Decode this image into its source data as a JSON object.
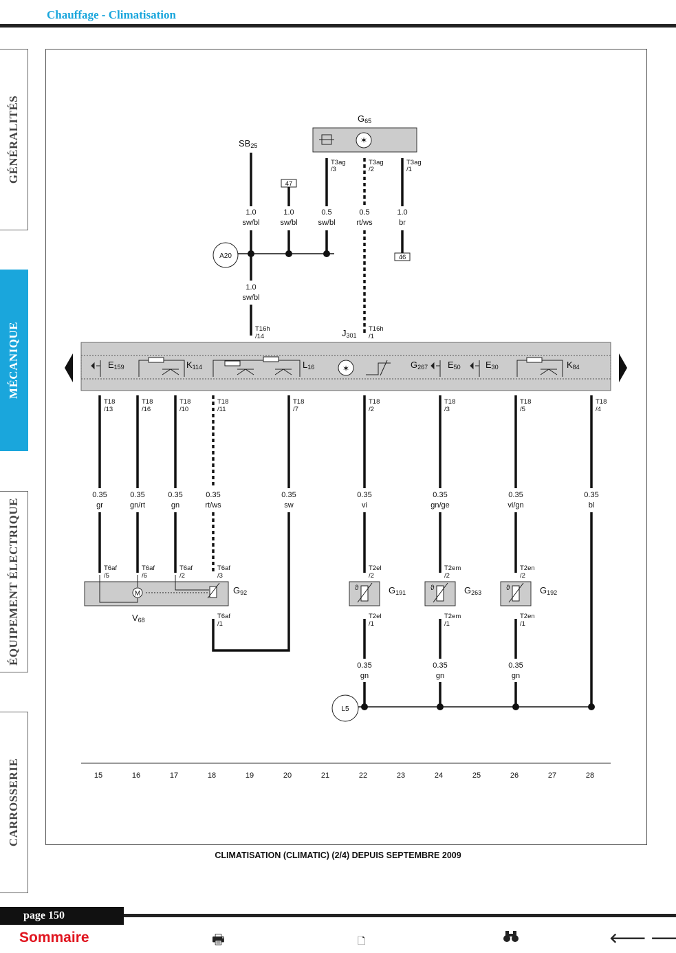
{
  "header": {
    "title": "Chauffage - Climatisation"
  },
  "tabs": [
    {
      "label": "GÉNÉRALITÉS",
      "active": false
    },
    {
      "label": "MÉCANIQUE",
      "active": true
    },
    {
      "label": "ÉQUIPEMENT ÉLECTRIQUE",
      "active": false
    },
    {
      "label": "CARROSSERIE",
      "active": false
    }
  ],
  "diagram": {
    "caption": "CLIMATISATION (CLIMATIC) (2/4) DEPUIS SEPTEMBRE 2009",
    "components": {
      "G65": {
        "name": "G",
        "sub": "65"
      },
      "SB25": {
        "name": "SB",
        "sub": "25"
      },
      "A20": "A20",
      "J301": {
        "name": "J",
        "sub": "301"
      },
      "E159": {
        "name": "E",
        "sub": "159"
      },
      "K114": {
        "name": "K",
        "sub": "114"
      },
      "L16": {
        "name": "L",
        "sub": "16"
      },
      "G267": {
        "name": "G",
        "sub": "267"
      },
      "E50": {
        "name": "E",
        "sub": "50"
      },
      "E30": {
        "name": "E",
        "sub": "30"
      },
      "K84": {
        "name": "K",
        "sub": "84"
      },
      "G92": {
        "name": "G",
        "sub": "92"
      },
      "V68": {
        "name": "V",
        "sub": "68"
      },
      "G191": {
        "name": "G",
        "sub": "191"
      },
      "G263": {
        "name": "G",
        "sub": "263"
      },
      "G192": {
        "name": "G",
        "sub": "192"
      },
      "L5": "L5",
      "motor": "M",
      "theta": "ϑ"
    },
    "refs": {
      "r47": "47",
      "r46": "46"
    },
    "top_connectors": [
      {
        "a": "T3ag",
        "b": "/3"
      },
      {
        "a": "T3ag",
        "b": "/2"
      },
      {
        "a": "T3ag",
        "b": "/1"
      },
      {
        "a": "T16h",
        "b": "/14"
      },
      {
        "a": "T16h",
        "b": "/1"
      }
    ],
    "top_wires": [
      {
        "size": "1.0",
        "color": "sw/bl"
      },
      {
        "size": "1.0",
        "color": "sw/bl"
      },
      {
        "size": "0.5",
        "color": "sw/bl"
      },
      {
        "size": "0.5",
        "color": "rt/ws"
      },
      {
        "size": "1.0",
        "color": "br"
      },
      {
        "size": "1.0",
        "color": "sw/bl"
      }
    ],
    "t18_connectors": [
      {
        "a": "T18",
        "b": "/13"
      },
      {
        "a": "T18",
        "b": "/16"
      },
      {
        "a": "T18",
        "b": "/10"
      },
      {
        "a": "T18",
        "b": "/11"
      },
      {
        "a": "T18",
        "b": "/7"
      },
      {
        "a": "T18",
        "b": "/2"
      },
      {
        "a": "T18",
        "b": "/3"
      },
      {
        "a": "T18",
        "b": "/5"
      },
      {
        "a": "T18",
        "b": "/4"
      }
    ],
    "bottom_wires": [
      {
        "size": "0.35",
        "color": "gr"
      },
      {
        "size": "0.35",
        "color": "gn/rt"
      },
      {
        "size": "0.35",
        "color": "gn"
      },
      {
        "size": "0.35",
        "color": "rt/ws"
      },
      {
        "size": "0.35",
        "color": "sw"
      },
      {
        "size": "0.35",
        "color": "vi"
      },
      {
        "size": "0.35",
        "color": "gn/ge"
      },
      {
        "size": "0.35",
        "color": "vi/gn"
      },
      {
        "size": "0.35",
        "color": "bl"
      }
    ],
    "t6af_connectors": [
      {
        "a": "T6af",
        "b": "/5"
      },
      {
        "a": "T6af",
        "b": "/6"
      },
      {
        "a": "T6af",
        "b": "/2"
      },
      {
        "a": "T6af",
        "b": "/3"
      },
      {
        "a": "T6af",
        "b": "/1"
      }
    ],
    "sensor_connectors": [
      {
        "a": "T2el",
        "b": "/2"
      },
      {
        "a": "T2em",
        "b": "/2"
      },
      {
        "a": "T2en",
        "b": "/2"
      },
      {
        "a": "T2el",
        "b": "/1"
      },
      {
        "a": "T2em",
        "b": "/1"
      },
      {
        "a": "T2en",
        "b": "/1"
      }
    ],
    "ground_wires": [
      {
        "size": "0.35",
        "color": "gn"
      },
      {
        "size": "0.35",
        "color": "gn"
      },
      {
        "size": "0.35",
        "color": "gn"
      }
    ],
    "scale": [
      "15",
      "16",
      "17",
      "18",
      "19",
      "20",
      "21",
      "22",
      "23",
      "24",
      "25",
      "26",
      "27",
      "28"
    ]
  },
  "footer": {
    "page": "page 150",
    "sommaire": "Sommaire",
    "icons": [
      "print-icon",
      "document-icon",
      "binoculars-icon",
      "arrow-left-icon",
      "arrow-right-icon"
    ]
  }
}
